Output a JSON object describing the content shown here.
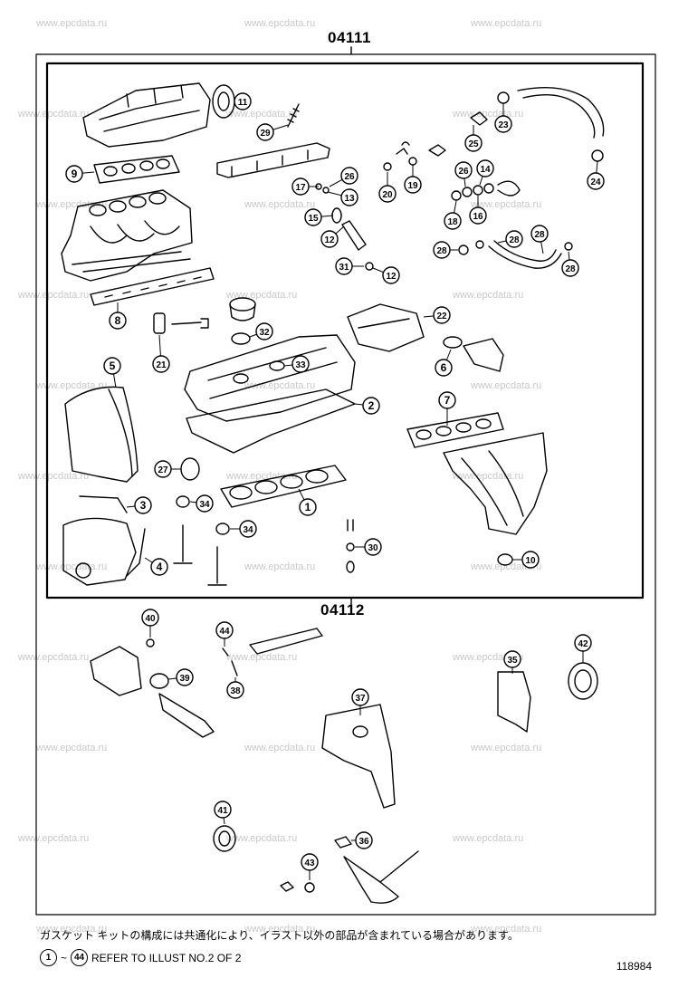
{
  "watermark": "www.epcdata.ru",
  "headers": {
    "upper": "04111",
    "lower": "04112"
  },
  "callouts": [
    {
      "n": "11"
    },
    {
      "n": "29"
    },
    {
      "n": "9"
    },
    {
      "n": "23"
    },
    {
      "n": "25"
    },
    {
      "n": "24"
    },
    {
      "n": "26"
    },
    {
      "n": "17"
    },
    {
      "n": "13"
    },
    {
      "n": "15"
    },
    {
      "n": "20"
    },
    {
      "n": "19"
    },
    {
      "n": "26"
    },
    {
      "n": "14"
    },
    {
      "n": "18"
    },
    {
      "n": "16"
    },
    {
      "n": "12"
    },
    {
      "n": "28"
    },
    {
      "n": "28"
    },
    {
      "n": "28"
    },
    {
      "n": "31"
    },
    {
      "n": "12"
    },
    {
      "n": "28"
    },
    {
      "n": "8"
    },
    {
      "n": "32"
    },
    {
      "n": "22"
    },
    {
      "n": "21"
    },
    {
      "n": "5"
    },
    {
      "n": "33"
    },
    {
      "n": "6"
    },
    {
      "n": "2"
    },
    {
      "n": "7"
    },
    {
      "n": "27"
    },
    {
      "n": "3"
    },
    {
      "n": "34"
    },
    {
      "n": "1"
    },
    {
      "n": "34"
    },
    {
      "n": "30"
    },
    {
      "n": "4"
    },
    {
      "n": "10"
    },
    {
      "n": "40"
    },
    {
      "n": "44"
    },
    {
      "n": "38"
    },
    {
      "n": "39"
    },
    {
      "n": "35"
    },
    {
      "n": "42"
    },
    {
      "n": "37"
    },
    {
      "n": "41"
    },
    {
      "n": "36"
    },
    {
      "n": "43"
    }
  ],
  "note": "ガスケット キットの構成には共通化により、イラスト以外の部品が含まれている場合があります。",
  "reference": {
    "from": "1",
    "tilde": "~",
    "to": "44",
    "text": "REFER TO ILLUST NO.2 OF 2"
  },
  "illustration_number": "118984"
}
